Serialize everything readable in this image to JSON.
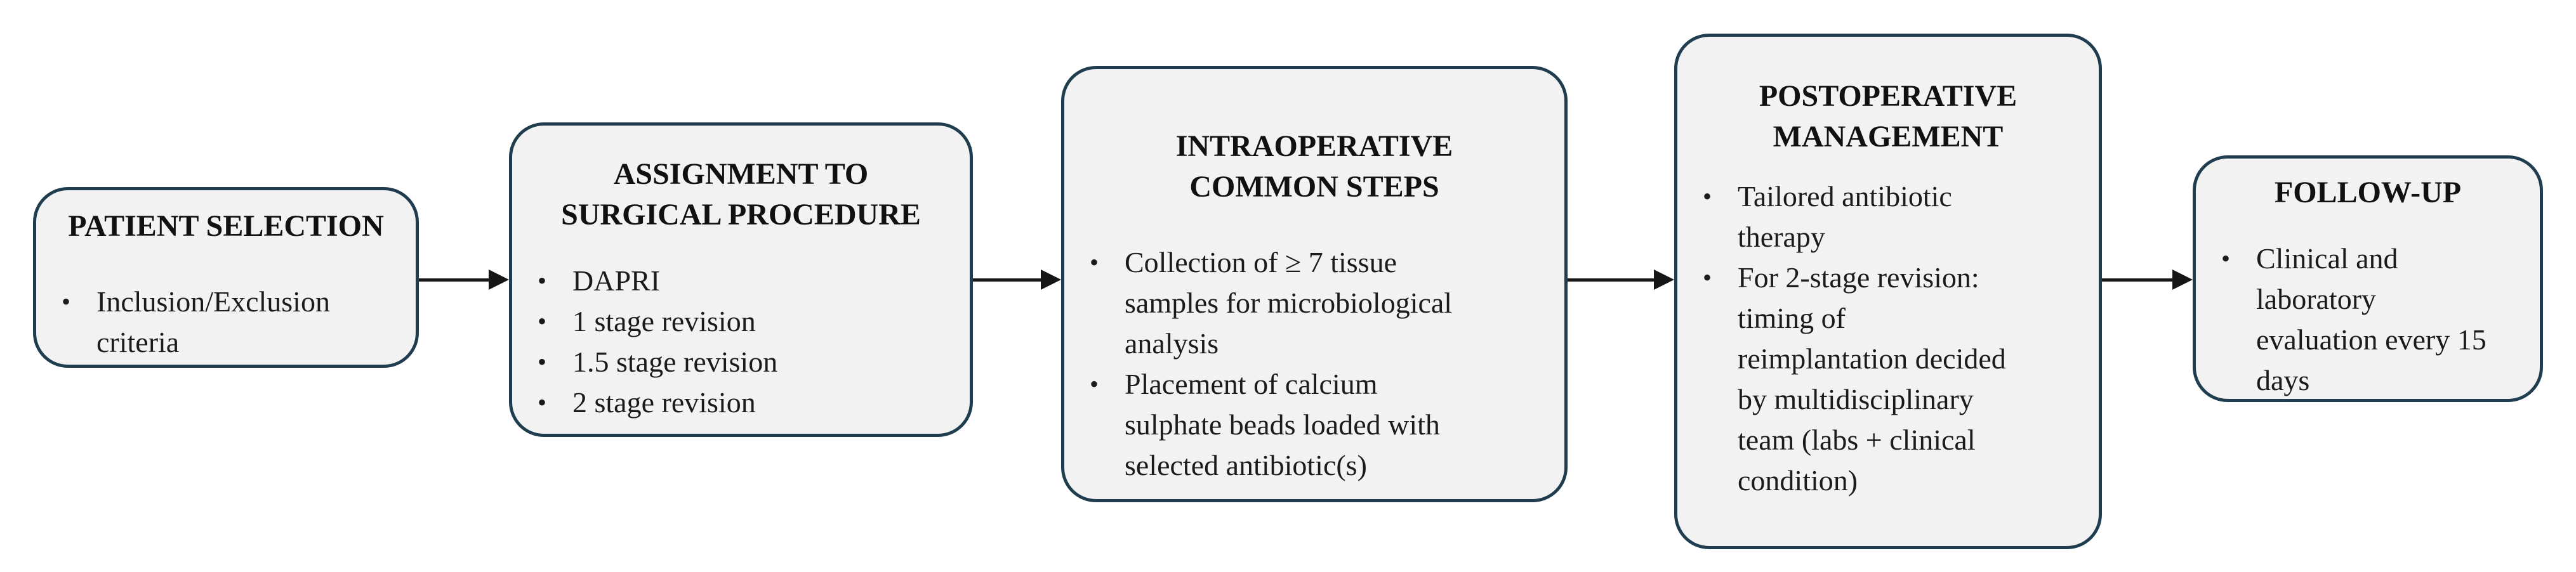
{
  "ui": {
    "bullet_char": "•",
    "colors": {
      "background": "#ffffff",
      "box_fill": "#f2f2f2",
      "box_border": "#1f3d4f",
      "arrow": "#161616",
      "text": "#1b1b1b"
    }
  },
  "flowchart": {
    "stages": [
      {
        "id": "patient-selection",
        "title": "PATIENT SELECTION",
        "bullets": [
          "Inclusion/Exclusion\ncriteria"
        ]
      },
      {
        "id": "assignment-to-surgical-procedure",
        "title": "ASSIGNMENT TO\nSURGICAL PROCEDURE",
        "bullets": [
          "DAPRI",
          "1 stage revision",
          "1.5 stage revision",
          "2 stage revision"
        ]
      },
      {
        "id": "intraoperative-common-steps",
        "title": "INTRAOPERATIVE\nCOMMON STEPS",
        "bullets": [
          "Collection of ≥ 7 tissue\nsamples for microbiological\nanalysis",
          "Placement of calcium\nsulphate beads loaded with\nselected antibiotic(s)"
        ]
      },
      {
        "id": "postoperative-management",
        "title": "POSTOPERATIVE\nMANAGEMENT",
        "bullets": [
          "Tailored antibiotic\ntherapy",
          "For 2-stage revision:\ntiming of\nreimplantation decided\nby multidisciplinary\nteam (labs + clinical\ncondition)"
        ]
      },
      {
        "id": "follow-up",
        "title": "FOLLOW-UP",
        "bullets": [
          "Clinical and\nlaboratory\nevaluation every 15\ndays"
        ]
      }
    ]
  }
}
